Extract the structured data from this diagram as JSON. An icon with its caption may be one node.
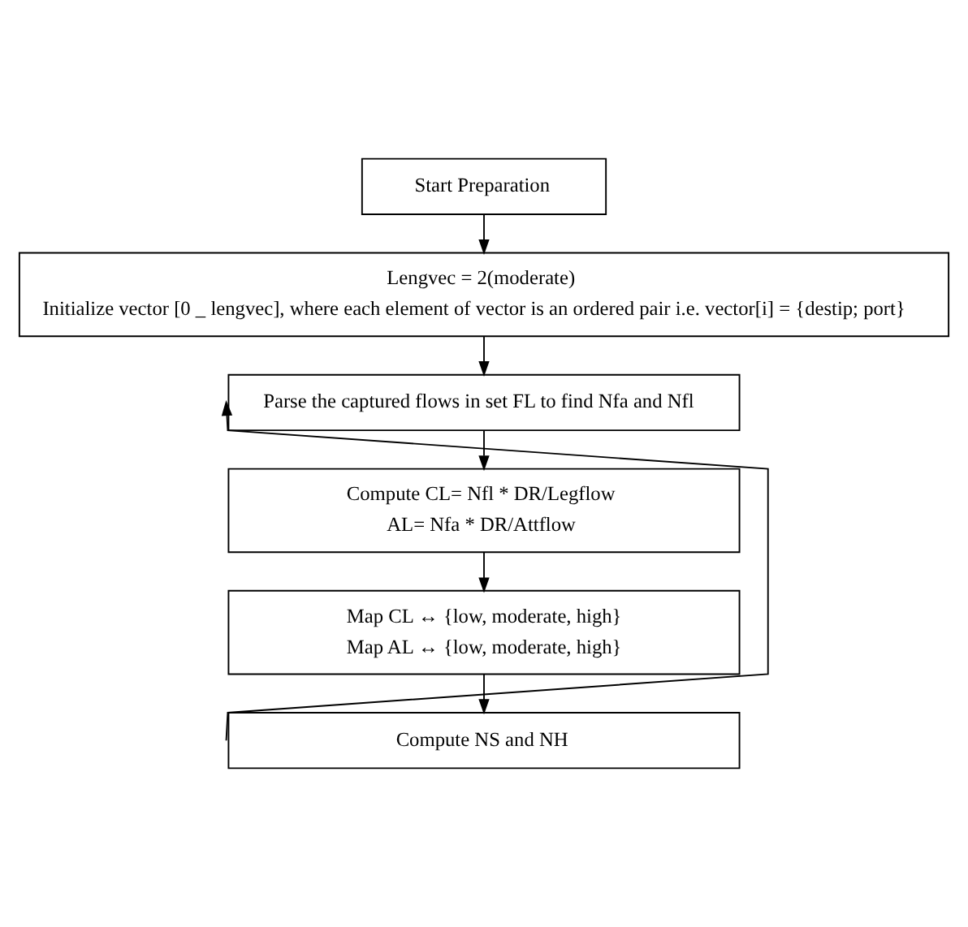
{
  "diagram": {
    "nodes": [
      {
        "text": [
          "Start Preparation"
        ]
      },
      {
        "text": [
          "Lengvec = 2(moderate)",
          "Initialize vector [0 _ lengvec], where each element of vector is an ordered pair i.e. vector[i] = {destip; port}"
        ]
      },
      {
        "text": [
          "Parse the captured flows in set FL to find Nfa and Nfl"
        ]
      },
      {
        "text": [
          "Compute CL= Nfl * DR/Legflow",
          "AL= Nfa * DR/Attflow"
        ]
      },
      {
        "text": [
          "Map CL ↔ {low, moderate, high}",
          "Map AL ↔ {low, moderate, high}"
        ]
      },
      {
        "text": [
          "Compute NS and NH"
        ]
      }
    ],
    "edges": [
      {
        "from": 0,
        "to": 1,
        "arrow": "to"
      },
      {
        "from": 1,
        "to": 2,
        "arrow": "to"
      },
      {
        "from": 2,
        "to": 3,
        "arrow": "to"
      },
      {
        "from": 3,
        "to": 4,
        "arrow": "to"
      },
      {
        "from": 4,
        "to": 5,
        "arrow": "to"
      },
      {
        "from": 5,
        "to": 2,
        "arrow": "to"
      }
    ]
  }
}
